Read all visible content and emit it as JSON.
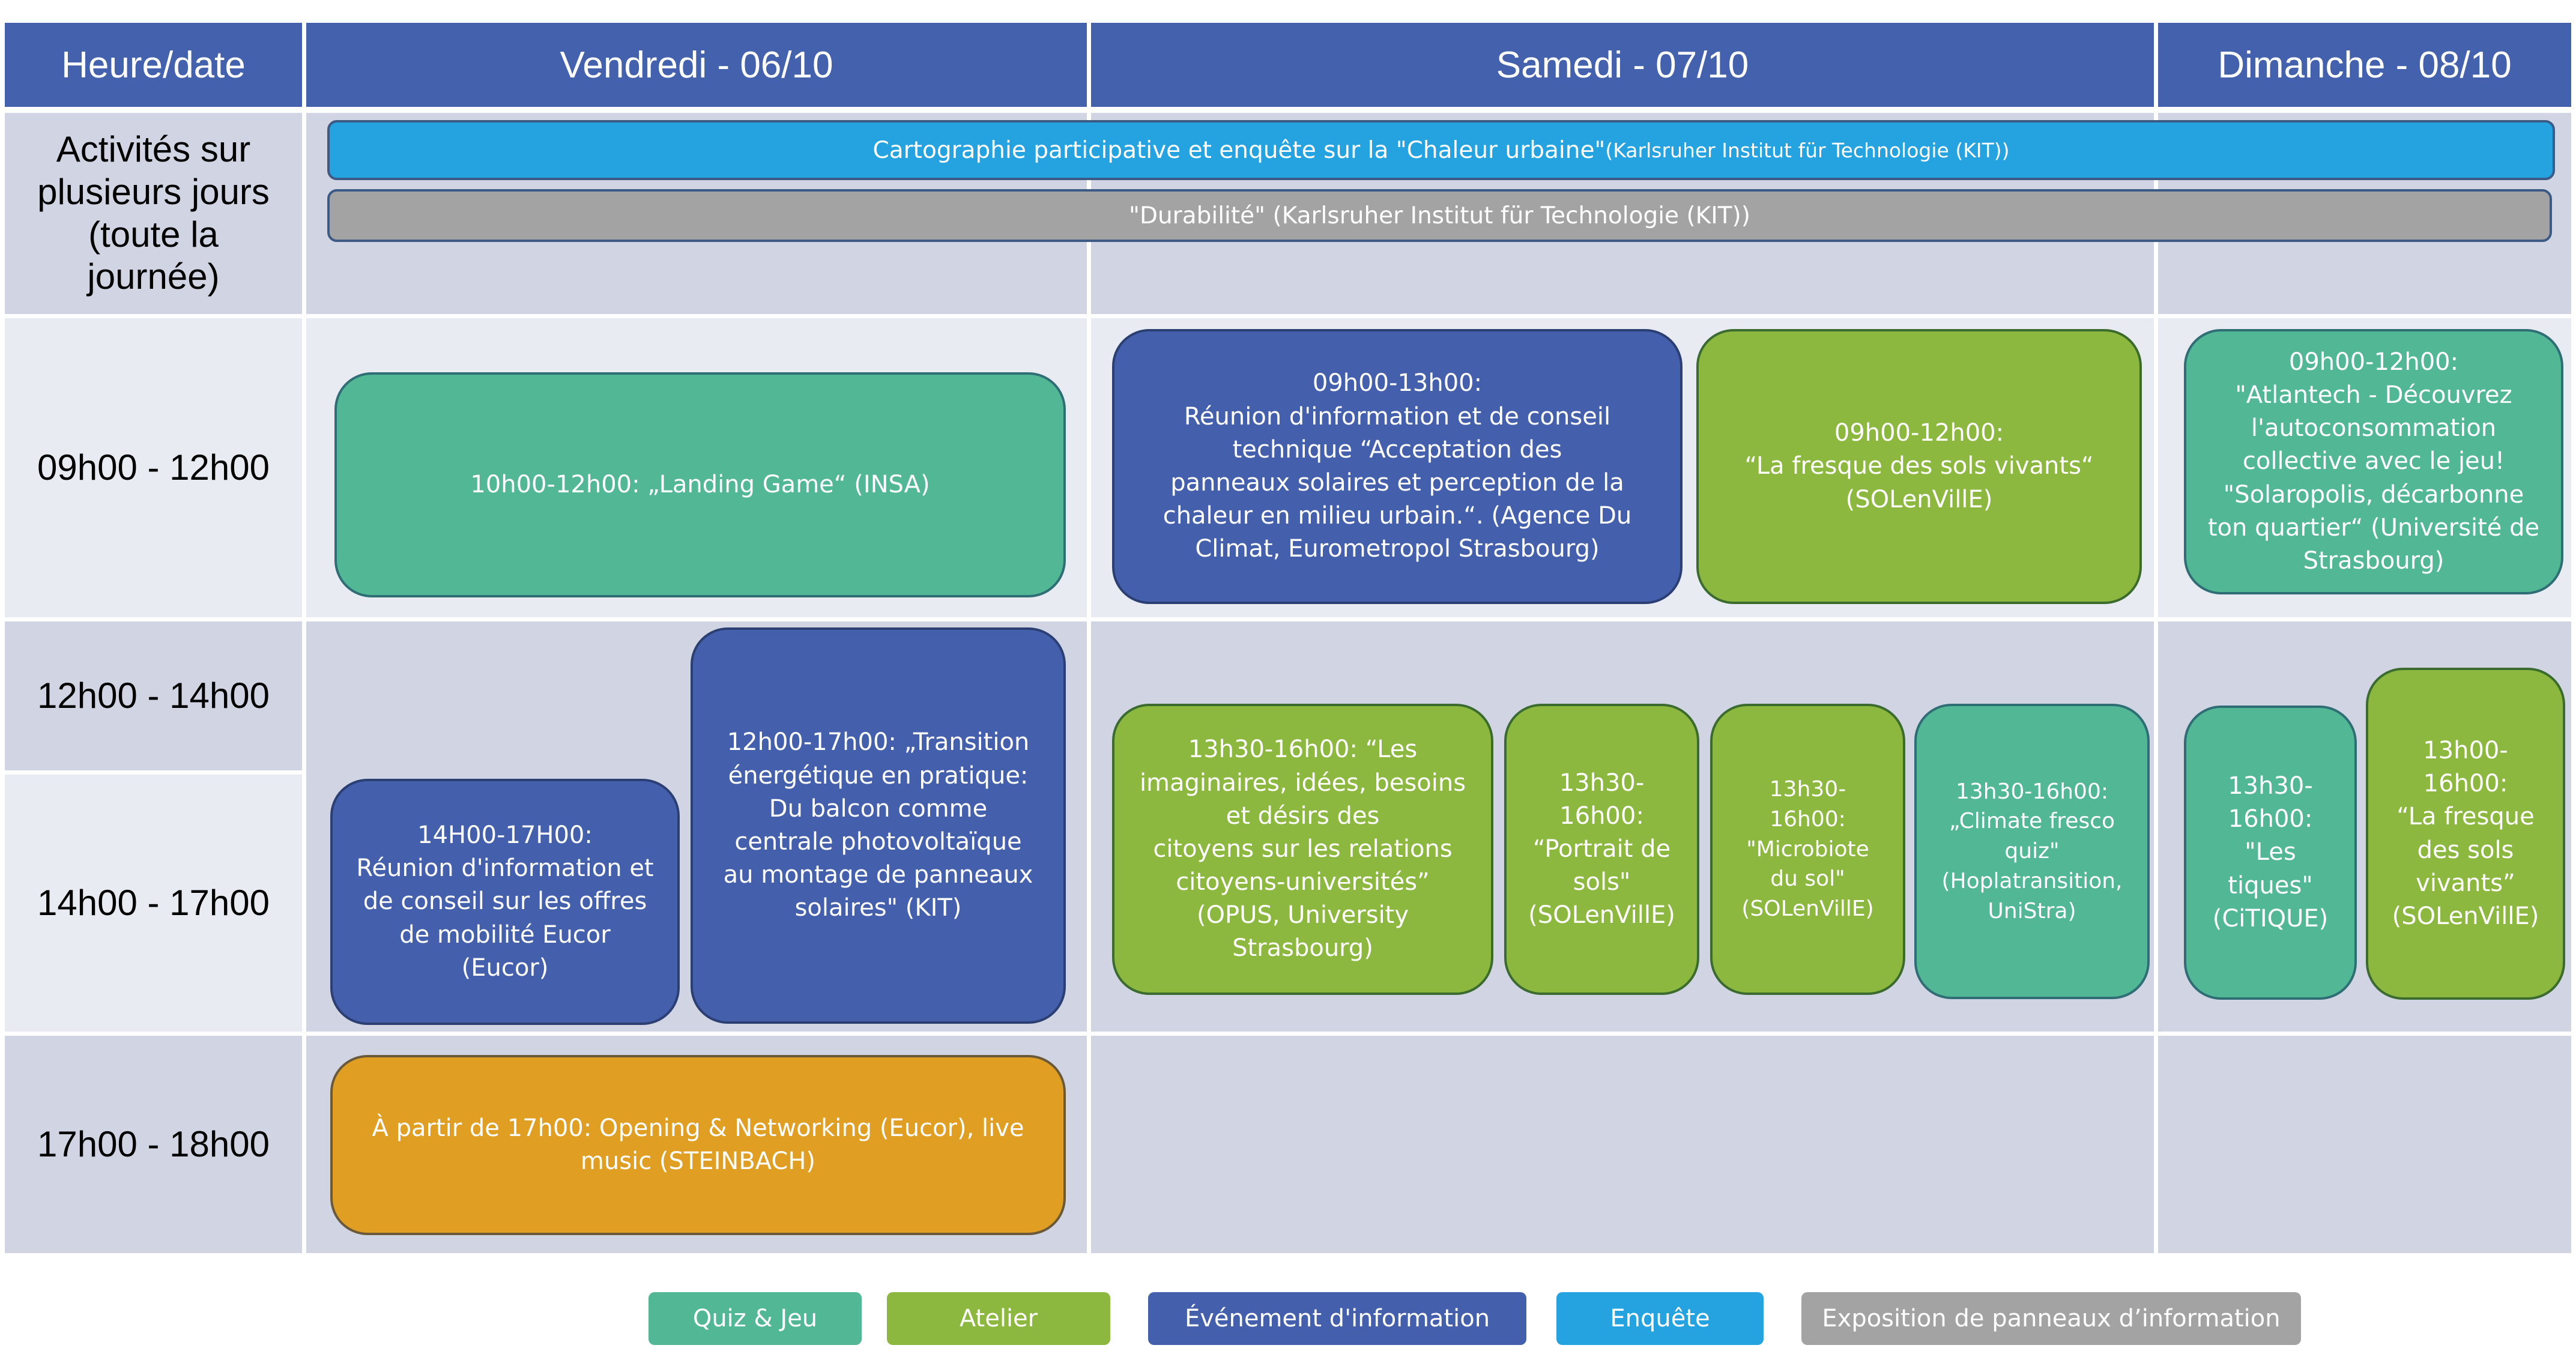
{
  "header": {
    "col0": "Heure/date",
    "col1": "Vendredi - 06/10",
    "col2": "Samedi - 07/10",
    "col3": "Dimanche - 08/10"
  },
  "rows": {
    "multi_day": "Activités sur\nplusieurs jours\n(toute la\njournée)",
    "r1": "09h00 - 12h00",
    "r2": "12h00 - 14h00",
    "r3": "14h00 - 17h00",
    "r4": "17h00 - 18h00"
  },
  "bars": {
    "cartographie_main": "Cartographie participative et enquête sur la \"Chaleur urbaine\"",
    "cartographie_org": "(Karlsruher Institut für Technologie (KIT))",
    "durabilite": "\"Durabilité\" (Karlsruher Institut für Technologie (KIT))"
  },
  "events": {
    "fri_landing": "10h00-12h00:  „Landing Game“ (INSA)",
    "fri_transition": "12h00-17h00:  „Transition\nénergétique en pratique:\nDu  balcon comme\ncentrale photovoltaïque\nau montage de panneaux\nsolaires\" (KIT)",
    "fri_mobilite": "14H00-17H00:\nRéunion d'information et\nde conseil sur les offres\nde mobilité Eucor\n(Eucor)",
    "fri_opening": "À partir de 17h00: Opening & Networking (Eucor), live\nmusic (STEINBACH)",
    "sat_reunion": "09h00-13h00:\nRéunion d'information et de conseil\ntechnique “Acceptation des\npanneaux solaires et perception de la\nchaleur en milieu urbain.“. (Agence Du\nClimat, Eurometropol Strasbourg)",
    "sat_fresque": "09h00-12h00:\n“La fresque des sols vivants“\n(SOLenVillE)",
    "sat_imaginaires": "13h30-16h00: “Les\nimaginaires, idées, besoins\net désirs des\ncitoyens sur les relations\ncitoyens-universités”\n(OPUS, University\nStrasbourg)",
    "sat_portrait": "13h30-\n16h00:\n“Portrait de\nsols\"\n(SOLenVillE)",
    "sat_microbiote": "13h30-\n16h00:\n\"Microbiote\ndu sol\"\n(SOLenVillE)",
    "sat_climate": "13h30-16h00:\n„Climate fresco\nquiz\"\n(Hoplatransition,\nUniStra)",
    "sun_atlantech": "09h00-12h00:\n\"Atlantech - Découvrez\nl'autoconsommation\ncollective avec le jeu!\n\"Solaropolis, décarbonne\nton quartier“ (Université de\nStrasbourg)",
    "sun_tiques": "13h30-\n16h00:\n\"Les\ntiques\"\n(CiTIQUE)",
    "sun_fresque": "13h00-\n16h00:\n“La fresque\ndes sols\nvivants”\n(SOLenVillE)"
  },
  "legend": {
    "quiz": "Quiz & Jeu",
    "atelier": "Atelier",
    "info": "Événement d'information",
    "enquete": "Enquête",
    "expo": "Exposition de panneaux d’information"
  },
  "colors": {
    "header": "#4361ad",
    "quiz_jeu": "#52b795",
    "atelier": "#8cb83f",
    "evenement_information": "#4460ac",
    "enquete": "#25a3e0",
    "exposition": "#a3a3a3",
    "opening": "#e09f22"
  }
}
